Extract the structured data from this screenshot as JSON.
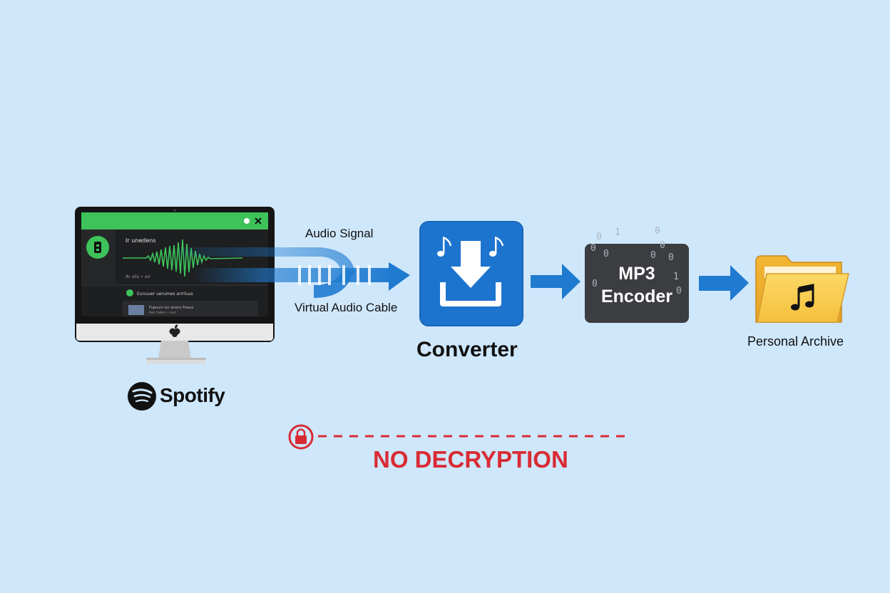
{
  "flow": {
    "source": {
      "brand_label": "Spotify",
      "app_heading": "Ir unedens",
      "app_subtext": "Ar uilu • arr",
      "list_item_1": "Eunuuer uerumes arrrluus",
      "list_item_2": "Fupnuin tor anenn Fueue",
      "list_item_3": "Aer llalen • sun"
    },
    "signal_label": "Audio Signal",
    "cable_label": "Virtual Audio Cable",
    "converter_label": "Converter",
    "encoder": {
      "line1": "MP3",
      "line2": "Encoder",
      "binary_digits": [
        "0",
        "1",
        "0",
        "0",
        "0",
        "0",
        "0",
        "1",
        "0",
        "0",
        "0"
      ]
    },
    "archive_label": "Personal Archive",
    "notice_label": "NO DECRYPTION"
  },
  "colors": {
    "background": "#cfe7fb",
    "spotify_green": "#3ec25a",
    "flow_blue": "#1f7bd0",
    "converter_blue": "#1c74cf",
    "encoder_dark": "#3b3d40",
    "folder_yellow": "#f7c444",
    "alert_red": "#d92b34"
  },
  "icons": [
    "spotify-logo-icon",
    "apple-logo-icon",
    "download-icon",
    "music-note-icon",
    "folder-icon",
    "lock-icon",
    "arrow-right-icon"
  ]
}
